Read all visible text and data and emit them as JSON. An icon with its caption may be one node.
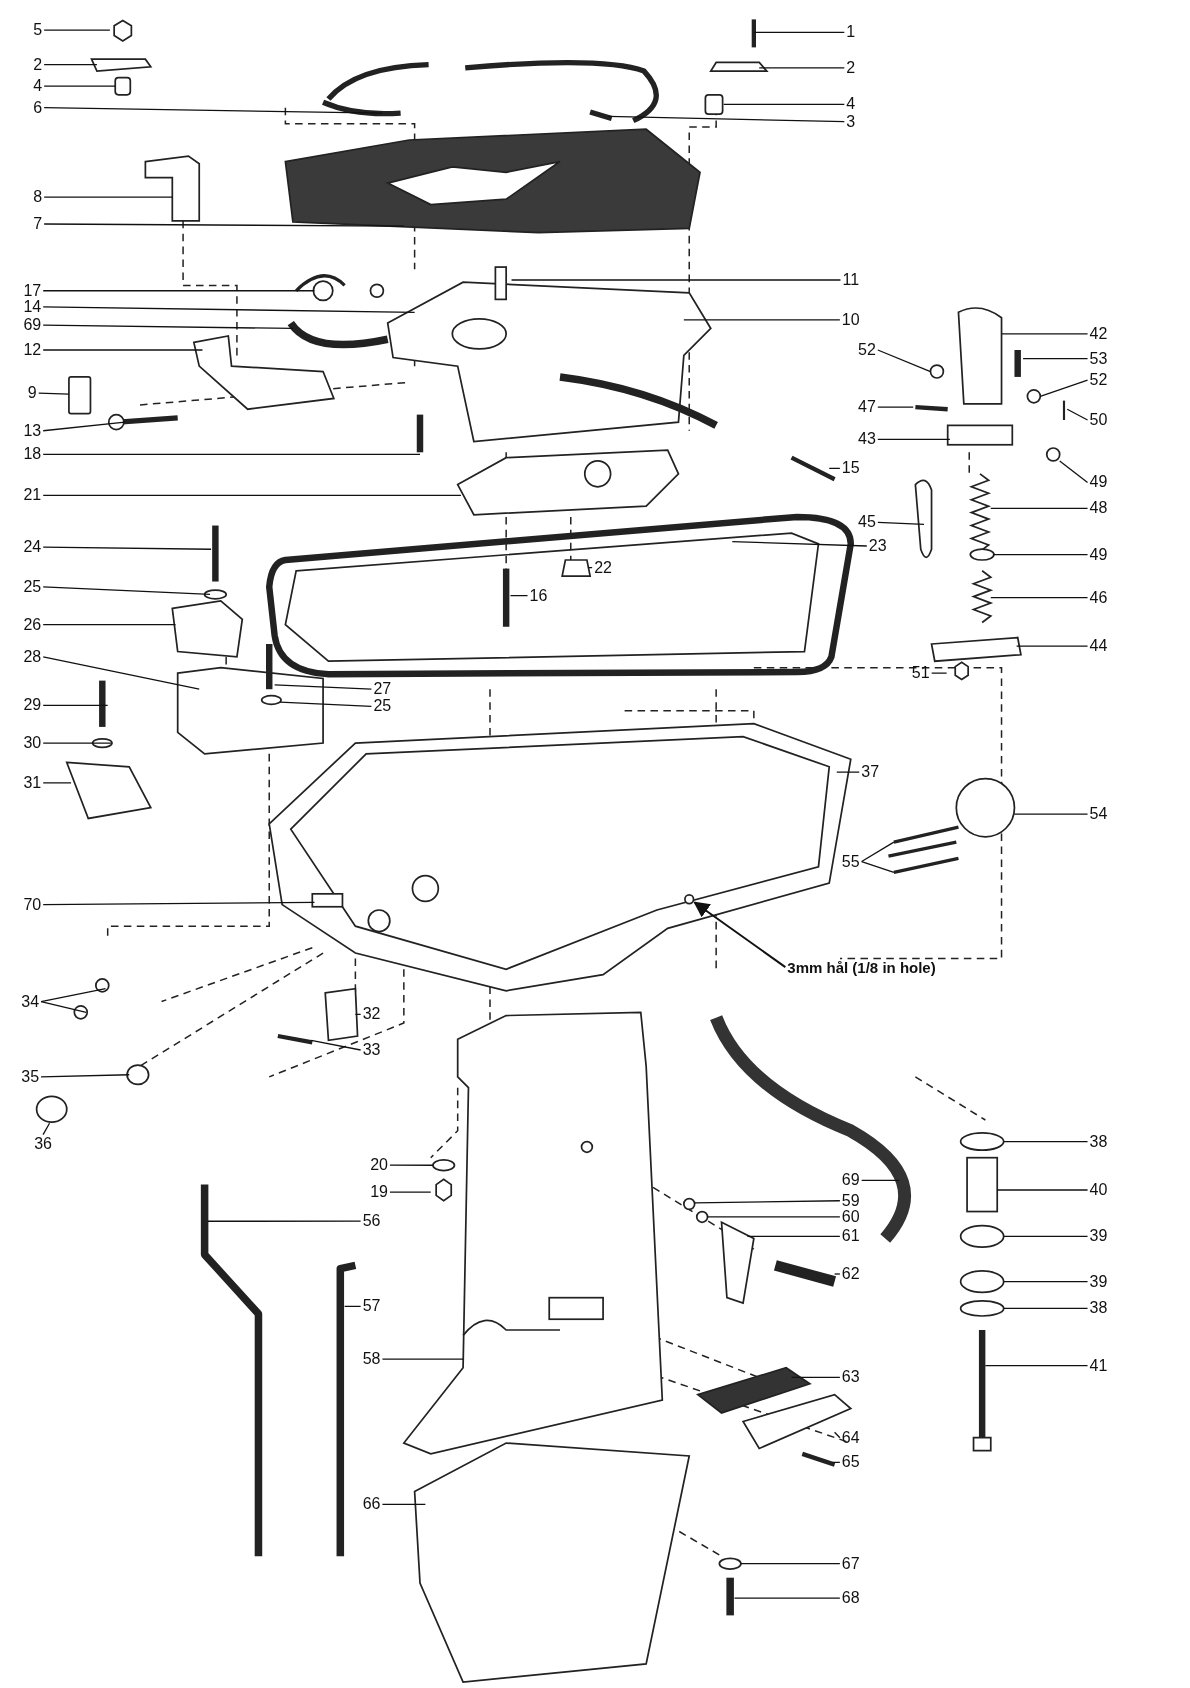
{
  "diagram": {
    "nodes": [
      {
        "text": [
          "5"
        ]
      },
      {
        "text": [
          "1"
        ]
      },
      {
        "text": [
          "2"
        ]
      },
      {
        "text": [
          "2"
        ]
      },
      {
        "text": [
          "4"
        ]
      },
      {
        "text": [
          "4"
        ]
      },
      {
        "text": [
          "6"
        ]
      },
      {
        "text": [
          "3"
        ]
      },
      {
        "text": [
          "8"
        ]
      },
      {
        "text": [
          "7"
        ]
      },
      {
        "text": [
          "11"
        ]
      },
      {
        "text": [
          "17"
        ]
      },
      {
        "text": [
          "14"
        ]
      },
      {
        "text": [
          "10"
        ]
      },
      {
        "text": [
          "69"
        ]
      },
      {
        "text": [
          "42"
        ]
      },
      {
        "text": [
          "12"
        ]
      },
      {
        "text": [
          "52"
        ]
      },
      {
        "text": [
          "53"
        ]
      },
      {
        "text": [
          "52"
        ]
      },
      {
        "text": [
          "9"
        ]
      },
      {
        "text": [
          "47"
        ]
      },
      {
        "text": [
          "50"
        ]
      },
      {
        "text": [
          "13"
        ]
      },
      {
        "text": [
          "43"
        ]
      },
      {
        "text": [
          "18"
        ]
      },
      {
        "text": [
          "15"
        ]
      },
      {
        "text": [
          "49"
        ]
      },
      {
        "text": [
          "21"
        ]
      },
      {
        "text": [
          "48"
        ]
      },
      {
        "text": [
          "45"
        ]
      },
      {
        "text": [
          "23"
        ]
      },
      {
        "text": [
          "24"
        ]
      },
      {
        "text": [
          "49"
        ]
      },
      {
        "text": [
          "22"
        ]
      },
      {
        "text": [
          "25"
        ]
      },
      {
        "text": [
          "16"
        ]
      },
      {
        "text": [
          "46"
        ]
      },
      {
        "text": [
          "26"
        ]
      },
      {
        "text": [
          "44"
        ]
      },
      {
        "text": [
          "28"
        ]
      },
      {
        "text": [
          "51"
        ]
      },
      {
        "text": [
          "27"
        ]
      },
      {
        "text": [
          "25"
        ]
      },
      {
        "text": [
          "29"
        ]
      },
      {
        "text": [
          "30"
        ]
      },
      {
        "text": [
          "37"
        ]
      },
      {
        "text": [
          "31"
        ]
      },
      {
        "text": [
          "54"
        ]
      },
      {
        "text": [
          "55"
        ]
      },
      {
        "text": [
          "70"
        ]
      },
      {
        "text": [
          "3mm hål (1/8 in hole)"
        ]
      },
      {
        "text": [
          "34"
        ]
      },
      {
        "text": [
          "32"
        ]
      },
      {
        "text": [
          "33"
        ]
      },
      {
        "text": [
          "35"
        ]
      },
      {
        "text": [
          "38"
        ]
      },
      {
        "text": [
          "36"
        ]
      },
      {
        "text": [
          "20"
        ]
      },
      {
        "text": [
          "69"
        ]
      },
      {
        "text": [
          "40"
        ]
      },
      {
        "text": [
          "19"
        ]
      },
      {
        "text": [
          "59"
        ]
      },
      {
        "text": [
          "60"
        ]
      },
      {
        "text": [
          "56"
        ]
      },
      {
        "text": [
          "39"
        ]
      },
      {
        "text": [
          "61"
        ]
      },
      {
        "text": [
          "62"
        ]
      },
      {
        "text": [
          "39"
        ]
      },
      {
        "text": [
          "57"
        ]
      },
      {
        "text": [
          "38"
        ]
      },
      {
        "text": [
          "58"
        ]
      },
      {
        "text": [
          "41"
        ]
      },
      {
        "text": [
          "63"
        ]
      },
      {
        "text": [
          "64"
        ]
      },
      {
        "text": [
          "65"
        ]
      },
      {
        "text": [
          "66"
        ]
      },
      {
        "text": [
          "67"
        ]
      },
      {
        "text": [
          "68"
        ]
      }
    ],
    "edges": [
      {
        "from": 0,
        "to": null,
        "arrow": "none"
      },
      {
        "from": 1,
        "to": null,
        "arrow": "none"
      },
      {
        "from": 2,
        "to": null,
        "arrow": "none"
      },
      {
        "from": 3,
        "to": null,
        "arrow": "none"
      },
      {
        "from": 4,
        "to": null,
        "arrow": "none"
      },
      {
        "from": 5,
        "to": null,
        "arrow": "none"
      },
      {
        "from": 6,
        "to": null,
        "arrow": "none"
      },
      {
        "from": 7,
        "to": null,
        "arrow": "none"
      },
      {
        "from": 8,
        "to": null,
        "arrow": "none"
      },
      {
        "from": 9,
        "to": null,
        "arrow": "none"
      },
      {
        "from": 10,
        "to": null,
        "arrow": "none"
      },
      {
        "from": 11,
        "to": null,
        "arrow": "none"
      },
      {
        "from": 12,
        "to": null,
        "arrow": "none"
      },
      {
        "from": 13,
        "to": null,
        "arrow": "none"
      },
      {
        "from": 14,
        "to": null,
        "arrow": "none"
      },
      {
        "from": 15,
        "to": null,
        "arrow": "none"
      },
      {
        "from": 16,
        "to": null,
        "arrow": "none"
      },
      {
        "from": 17,
        "to": null,
        "arrow": "none"
      },
      {
        "from": 18,
        "to": null,
        "arrow": "none"
      },
      {
        "from": 19,
        "to": null,
        "arrow": "none"
      },
      {
        "from": 20,
        "to": null,
        "arrow": "none"
      },
      {
        "from": 21,
        "to": null,
        "arrow": "none"
      },
      {
        "from": 22,
        "to": null,
        "arrow": "none"
      },
      {
        "from": 23,
        "to": null,
        "arrow": "none"
      },
      {
        "from": 24,
        "to": null,
        "arrow": "none"
      },
      {
        "from": 25,
        "to": null,
        "arrow": "none"
      },
      {
        "from": 26,
        "to": null,
        "arrow": "none"
      },
      {
        "from": 27,
        "to": null,
        "arrow": "none"
      },
      {
        "from": 28,
        "to": null,
        "arrow": "none"
      },
      {
        "from": 29,
        "to": null,
        "arrow": "none"
      },
      {
        "from": 30,
        "to": null,
        "arrow": "none"
      },
      {
        "from": 31,
        "to": null,
        "arrow": "none"
      },
      {
        "from": 32,
        "to": null,
        "arrow": "none"
      },
      {
        "from": 33,
        "to": null,
        "arrow": "none"
      },
      {
        "from": 34,
        "to": null,
        "arrow": "none"
      },
      {
        "from": 35,
        "to": null,
        "arrow": "none"
      },
      {
        "from": 36,
        "to": null,
        "arrow": "none"
      },
      {
        "from": 37,
        "to": null,
        "arrow": "none"
      },
      {
        "from": 38,
        "to": null,
        "arrow": "none"
      },
      {
        "from": 39,
        "to": null,
        "arrow": "none"
      },
      {
        "from": 40,
        "to": null,
        "arrow": "none"
      },
      {
        "from": 41,
        "to": null,
        "arrow": "none"
      },
      {
        "from": 42,
        "to": null,
        "arrow": "none"
      },
      {
        "from": 43,
        "to": null,
        "arrow": "none"
      },
      {
        "from": 44,
        "to": null,
        "arrow": "none"
      },
      {
        "from": 45,
        "to": null,
        "arrow": "none"
      },
      {
        "from": 46,
        "to": null,
        "arrow": "none"
      },
      {
        "from": 47,
        "to": null,
        "arrow": "none"
      },
      {
        "from": 48,
        "to": null,
        "arrow": "none"
      },
      {
        "from": 49,
        "to": null,
        "arrow": "none"
      },
      {
        "from": 49,
        "to": null,
        "arrow": "none"
      },
      {
        "from": 50,
        "to": null,
        "arrow": "none"
      },
      {
        "from": 51,
        "to": null,
        "arrow": "to"
      },
      {
        "from": 52,
        "to": null,
        "arrow": "none"
      },
      {
        "from": 52,
        "to": null,
        "arrow": "none"
      },
      {
        "from": 53,
        "to": null,
        "arrow": "none"
      },
      {
        "from": 54,
        "to": null,
        "arrow": "none"
      },
      {
        "from": 55,
        "to": null,
        "arrow": "none"
      },
      {
        "from": 56,
        "to": null,
        "arrow": "none"
      },
      {
        "from": 57,
        "to": null,
        "arrow": "none"
      },
      {
        "from": 58,
        "to": null,
        "arrow": "none"
      },
      {
        "from": 59,
        "to": null,
        "arrow": "none"
      },
      {
        "from": 60,
        "to": null,
        "arrow": "none"
      },
      {
        "from": 61,
        "to": null,
        "arrow": "none"
      },
      {
        "from": 62,
        "to": null,
        "arrow": "none"
      },
      {
        "from": 63,
        "to": null,
        "arrow": "none"
      },
      {
        "from": 64,
        "to": null,
        "arrow": "none"
      },
      {
        "from": 65,
        "to": null,
        "arrow": "none"
      },
      {
        "from": 66,
        "to": null,
        "arrow": "none"
      },
      {
        "from": 67,
        "to": null,
        "arrow": "none"
      },
      {
        "from": 68,
        "to": null,
        "arrow": "none"
      },
      {
        "from": 69,
        "to": null,
        "arrow": "none"
      },
      {
        "from": 70,
        "to": null,
        "arrow": "none"
      },
      {
        "from": 71,
        "to": null,
        "arrow": "none"
      },
      {
        "from": 72,
        "to": null,
        "arrow": "none"
      },
      {
        "from": 73,
        "to": null,
        "arrow": "none"
      },
      {
        "from": 74,
        "to": null,
        "arrow": "none"
      },
      {
        "from": 75,
        "to": null,
        "arrow": "none"
      },
      {
        "from": 76,
        "to": null,
        "arrow": "none"
      },
      {
        "from": 77,
        "to": null,
        "arrow": "none"
      },
      {
        "from": 78,
        "to": null,
        "arrow": "none"
      }
    ]
  }
}
